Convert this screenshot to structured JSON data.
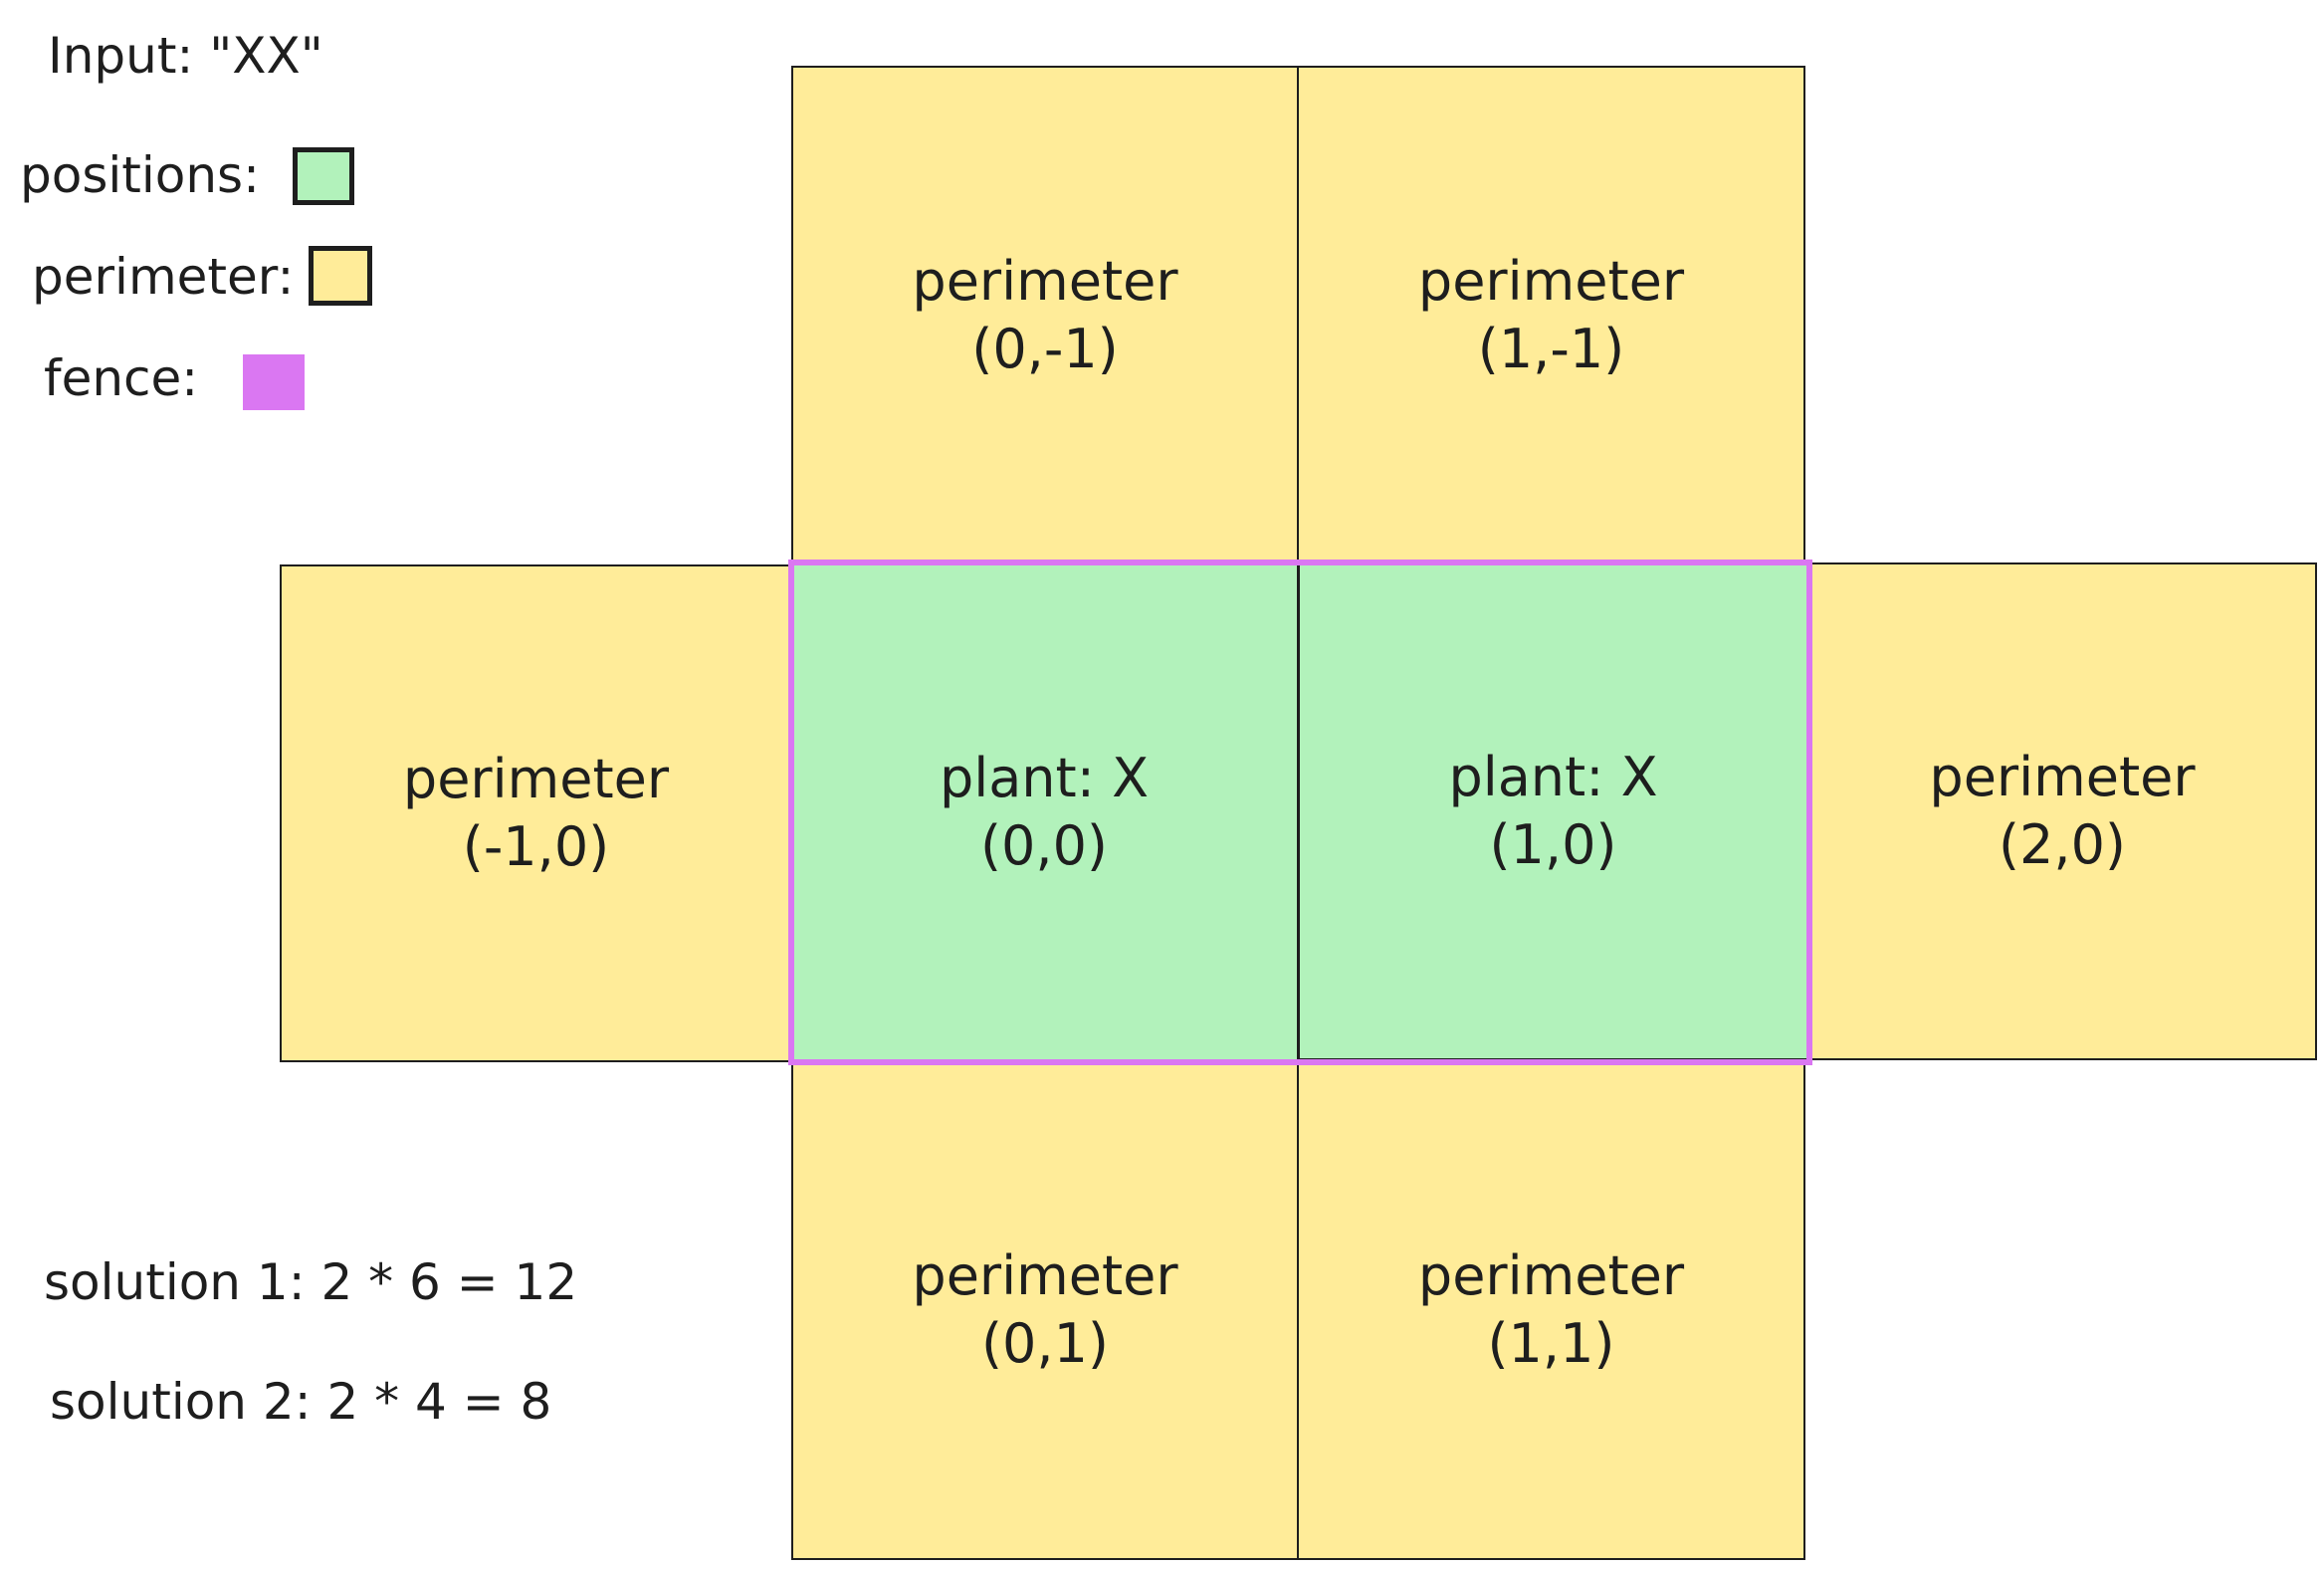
{
  "input_label": "Input: \"XX\"",
  "legend": {
    "positions": {
      "label": "positions:",
      "color": "#b2f2bb"
    },
    "perimeter": {
      "label": "perimeter:",
      "color": "#ffec99"
    },
    "fence": {
      "label": "fence:",
      "color": "#da77f2"
    }
  },
  "cells": {
    "p_0_m1": {
      "type": "perimeter",
      "line1": "perimeter",
      "line2": "(0,-1)"
    },
    "p_1_m1": {
      "type": "perimeter",
      "line1": "perimeter",
      "line2": "(1,-1)"
    },
    "p_m1_0": {
      "type": "perimeter",
      "line1": "perimeter",
      "line2": "(-1,0)"
    },
    "g_0_0": {
      "type": "position",
      "line1": "plant: X",
      "line2": "(0,0)"
    },
    "g_1_0": {
      "type": "position",
      "line1": "plant: X",
      "line2": "(1,0)"
    },
    "p_2_0": {
      "type": "perimeter",
      "line1": "perimeter",
      "line2": "(2,0)"
    },
    "p_0_1": {
      "type": "perimeter",
      "line1": "perimeter",
      "line2": "(0,1)"
    },
    "p_1_1": {
      "type": "perimeter",
      "line1": "perimeter",
      "line2": "(1,1)"
    }
  },
  "solutions": {
    "one": "solution 1: 2 * 6 = 12",
    "two": "solution 2: 2 * 4 = 8"
  }
}
